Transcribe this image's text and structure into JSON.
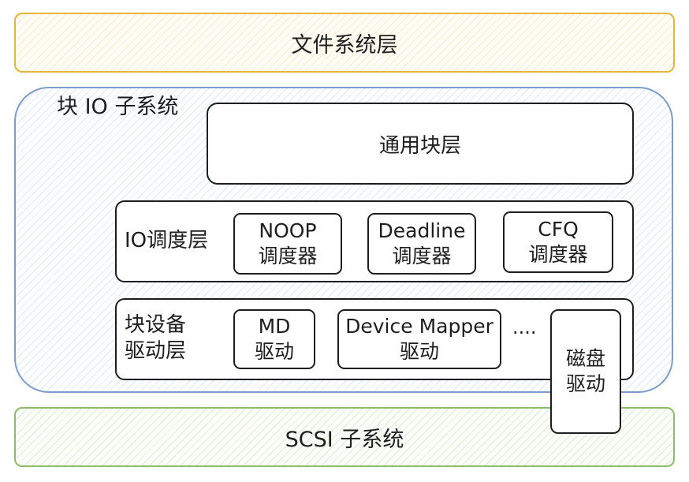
{
  "filesystem_layer": {
    "label": "文件系统层",
    "color": "#f0b429"
  },
  "block_io": {
    "title": "块 IO 子系统",
    "color": "#6c8ebf",
    "generic_block_layer": {
      "label": "通用块层"
    },
    "io_scheduler_layer": {
      "label": "IO调度层",
      "schedulers": [
        {
          "name": "NOOP",
          "sub": "调度器"
        },
        {
          "name": "Deadline",
          "sub": "调度器"
        },
        {
          "name": "CFQ",
          "sub": "调度器"
        }
      ]
    },
    "block_driver_layer": {
      "label_line1": "块设备",
      "label_line2": "驱动层",
      "drivers": [
        {
          "name": "MD",
          "sub": "驱动"
        },
        {
          "name": "Device Mapper",
          "sub": "驱动"
        }
      ],
      "ellipsis": "...."
    }
  },
  "disk_driver": {
    "line1": "磁盘",
    "line2": "驱动"
  },
  "scsi_subsystem": {
    "label": "SCSI 子系统",
    "color": "#82b366"
  }
}
